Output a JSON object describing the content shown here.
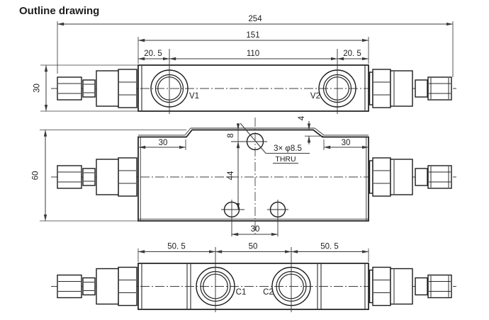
{
  "title": "Outline drawing",
  "colors": {
    "line": "#1c1c1c",
    "dim": "#3a3a3a",
    "background": "#ffffff"
  },
  "top_view": {
    "dims": {
      "overall": "254",
      "body": "151",
      "port_spacing": "110",
      "offset_left": "20. 5",
      "offset_right": "20. 5",
      "height": "30"
    },
    "ports": {
      "v1": "V1",
      "v2": "V2"
    }
  },
  "middle_view": {
    "dims": {
      "height": "60",
      "step_left": "30",
      "step_right": "30",
      "step_height": "4",
      "hole_from_top": "8",
      "hole_vertical": "44",
      "hole_bottom_spacing": "30"
    },
    "note": {
      "line1": "3× φ8.5",
      "line2": "THRU"
    }
  },
  "bottom_view": {
    "dims": {
      "offset_left": "50. 5",
      "port_spacing": "50",
      "offset_right": "50. 5"
    },
    "ports": {
      "c1": "C1",
      "c2": "C2"
    }
  }
}
